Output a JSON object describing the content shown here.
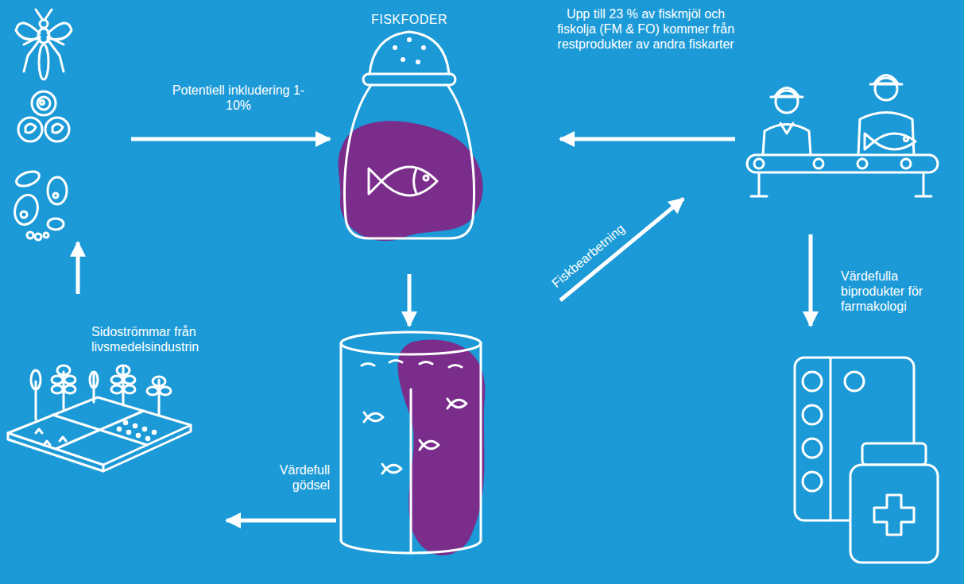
{
  "diagram": {
    "nodes": [
      {
        "text": []
      },
      {
        "text": [
          "FISKFODER"
        ]
      },
      {
        "text": []
      },
      {
        "text": []
      },
      {
        "text": []
      },
      {
        "text": []
      }
    ],
    "edges": [
      {
        "from": 0,
        "to": 1,
        "arrow": "to",
        "label": "Potentiell inkludering 1-10%"
      },
      {
        "from": 2,
        "to": 1,
        "arrow": "to",
        "label": "Upp till 23 % av fiskmjöl och fiskolja (FM & FO) kommer från restprodukter av andra fiskarter"
      },
      {
        "from": 1,
        "to": 4,
        "arrow": "to"
      },
      {
        "from": 4,
        "to": 2,
        "arrow": "to",
        "label": "Fiskbearbetning"
      },
      {
        "from": 2,
        "to": 5,
        "arrow": "to",
        "label": "Värdefulla biprodukter för farmakologi"
      },
      {
        "from": 4,
        "to": 3,
        "arrow": "to",
        "label": "Värdefull gödsel"
      },
      {
        "from": 3,
        "to": 0,
        "arrow": "to",
        "label": "Sidoströmmar från livsmedelsindustrin"
      }
    ]
  }
}
